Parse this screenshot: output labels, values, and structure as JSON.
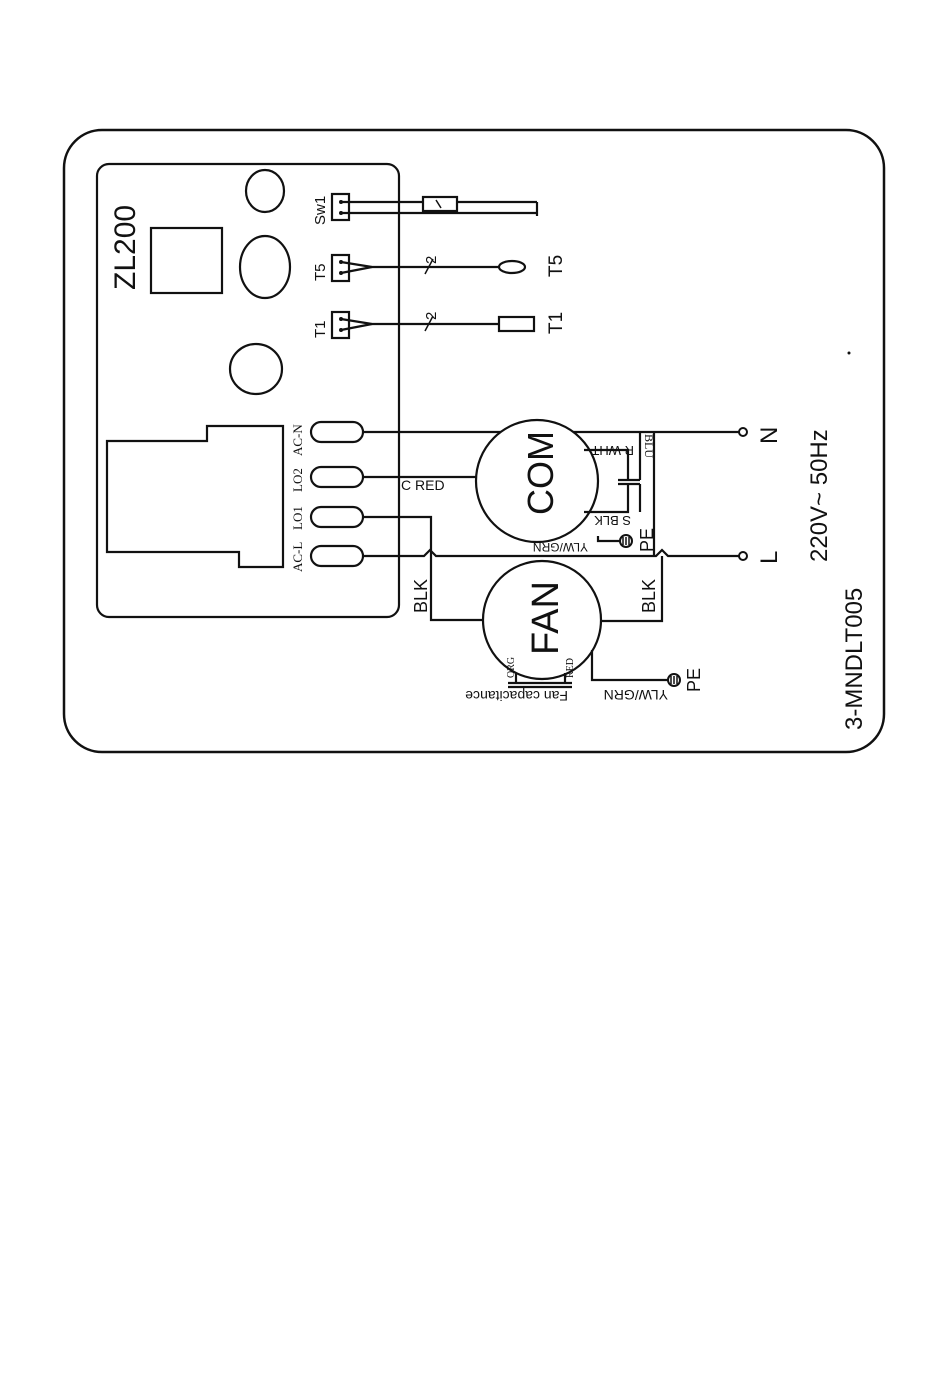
{
  "board": {
    "model": "ZL200",
    "connectors": {
      "sw1": "Sw1",
      "t5": "T5",
      "t1": "T1",
      "ac_n": "AC-N",
      "lo2": "LO2",
      "lo1": "LO1",
      "ac_l": "AC-L"
    }
  },
  "sensors": {
    "t5_label": "T5",
    "t1_label": "T1",
    "wire_count_t5": "2",
    "wire_count_t1": "2"
  },
  "compressor": {
    "label": "COM",
    "r_wire": "R WHT",
    "c_wire": "C RED",
    "s_wire": "S BLK",
    "cap_wire": "BLU",
    "ground_wire": "YLW/GRN",
    "ground": "PE"
  },
  "fan": {
    "label": "FAN",
    "wire_left": "BLK",
    "wire_right": "BLK",
    "cap_wire_1": "ORG",
    "cap_wire_2": "RED",
    "capacitance_label": "Fan capacitance",
    "ground_wire": "YLW/GRN",
    "ground": "PE"
  },
  "supply": {
    "neutral": "N",
    "line": "L",
    "voltage": "220V~ 50Hz"
  },
  "diagram_id": "3-MNDLT005"
}
